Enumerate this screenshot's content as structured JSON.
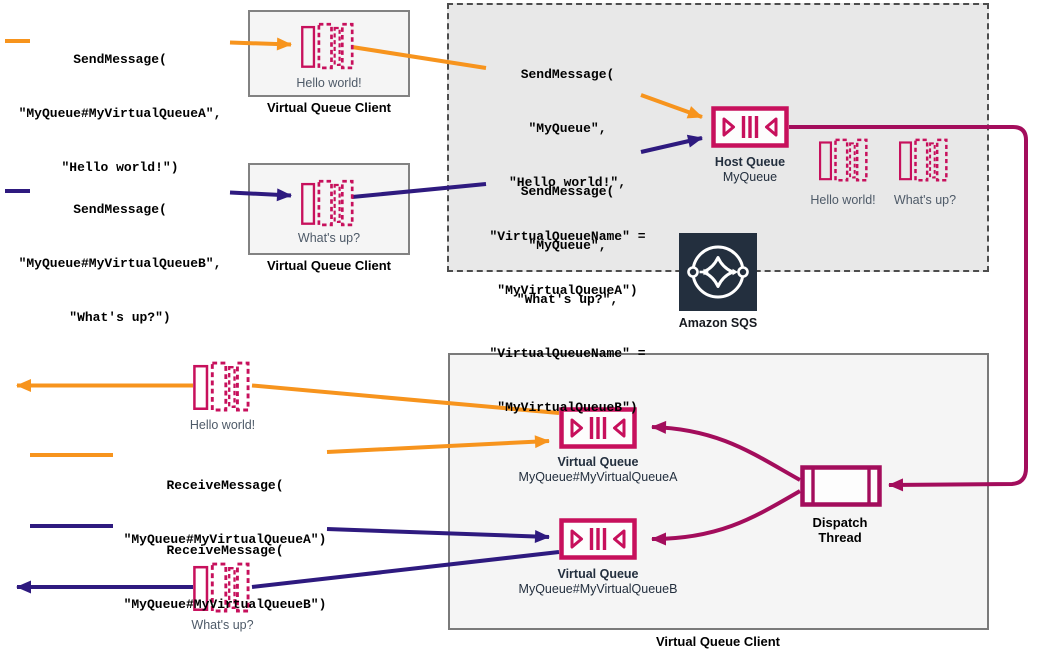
{
  "colors": {
    "orange": "#F7941D",
    "purple": "#2E1A7F",
    "icon_pink": "#C7105C",
    "line_maroon": "#A30D5C",
    "navy": "#232F3E",
    "region_fill": "#E8E8E8",
    "box_fill": "#F5F5F5"
  },
  "code_blocks": {
    "send_a": [
      "SendMessage(",
      "\"MyQueue#MyVirtualQueueA\",",
      "\"Hello world!\")"
    ],
    "send_b": [
      "SendMessage(",
      "\"MyQueue#MyVirtualQueueB\",",
      "\"What's up?\")"
    ],
    "sqs_send_a": [
      "SendMessage(",
      "\"MyQueue\",",
      "\"Hello world!\",",
      "\"VirtualQueueName\" =",
      "\"MyVirtualQueueA\")"
    ],
    "sqs_send_b": [
      "SendMessage(",
      "\"MyQueue\",",
      "\"What's up?\",",
      "\"VirtualQueueName\" =",
      "\"MyVirtualQueueB\")"
    ],
    "receive_a": [
      "ReceiveMessage(",
      "\"MyQueue#MyVirtualQueueA\")"
    ],
    "receive_b": [
      "ReceiveMessage(",
      "\"MyQueue#MyVirtualQueueB\")"
    ]
  },
  "labels": {
    "client_a": "Virtual Queue Client",
    "client_b": "Virtual Queue Client",
    "client_bottom": "Virtual Queue Client",
    "host_queue_title": "Host Queue",
    "host_queue_name": "MyQueue",
    "vq_a_title": "Virtual Queue",
    "vq_a_name": "MyQueue#MyVirtualQueueA",
    "vq_b_title": "Virtual Queue",
    "vq_b_name": "MyQueue#MyVirtualQueueB",
    "dispatch_line1": "Dispatch",
    "dispatch_line2": "Thread",
    "amazon_sqs": "Amazon SQS"
  },
  "captions": {
    "client_a_msg": "Hello world!",
    "client_b_msg": "What's up?",
    "host_msg_a": "Hello world!",
    "host_msg_b": "What's up?",
    "out_a_msg": "Hello world!",
    "out_b_msg": "What's up?"
  },
  "icons": {
    "message_queue": "message-queue-icon",
    "queue": "queue-icon",
    "dispatch_thread": "dispatch-thread-icon",
    "amazon_sqs": "amazon-sqs-icon"
  }
}
